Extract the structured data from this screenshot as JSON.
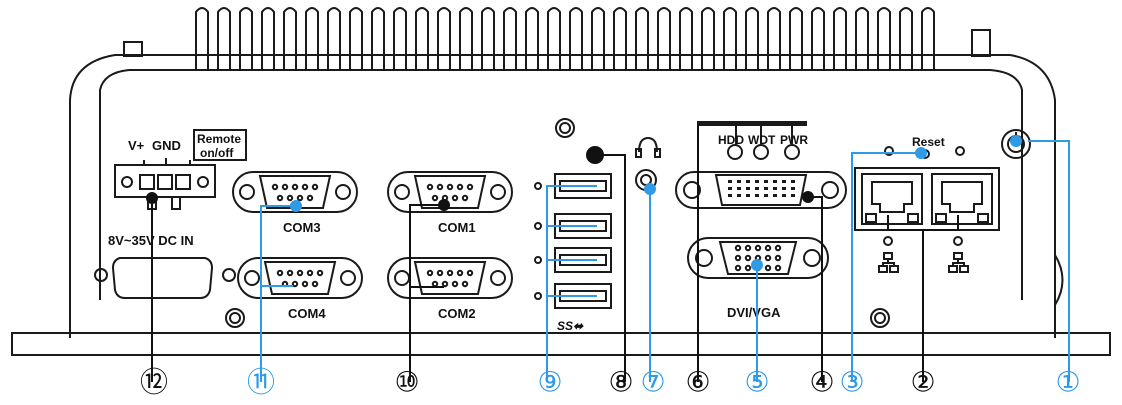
{
  "labels": {
    "power": {
      "v_plus": "V+",
      "gnd": "GND",
      "remote_line1": "Remote",
      "remote_line2": "on/off",
      "dc_in": "8V~35V DC IN"
    },
    "com1": "COM1",
    "com2": "COM2",
    "com3": "COM3",
    "com4": "COM4",
    "usb_logo": "SS⬌",
    "leds": {
      "hdd": "HDD",
      "wdt": "WDT",
      "pwr": "PWR"
    },
    "dvi_vga": "DVI/VGA",
    "reset": "Reset"
  },
  "callouts": [
    {
      "number": "1",
      "glyph": "①",
      "color": "blue"
    },
    {
      "number": "2",
      "glyph": "②",
      "color": "black"
    },
    {
      "number": "3",
      "glyph": "③",
      "color": "blue"
    },
    {
      "number": "4",
      "glyph": "④",
      "color": "black"
    },
    {
      "number": "5",
      "glyph": "⑤",
      "color": "blue"
    },
    {
      "number": "6",
      "glyph": "⑥",
      "color": "black"
    },
    {
      "number": "7",
      "glyph": "⑦",
      "color": "blue"
    },
    {
      "number": "8",
      "glyph": "⑧",
      "color": "black"
    },
    {
      "number": "9",
      "glyph": "⑨",
      "color": "blue"
    },
    {
      "number": "10",
      "glyph": "⑩",
      "color": "black"
    },
    {
      "number": "11",
      "glyph": "⑪",
      "color": "blue"
    },
    {
      "number": "12",
      "glyph": "⑫",
      "color": "black"
    }
  ],
  "colors": {
    "callout_blue": "#2f9ae6",
    "callout_black": "#111111",
    "outline": "#1a1a1a"
  }
}
